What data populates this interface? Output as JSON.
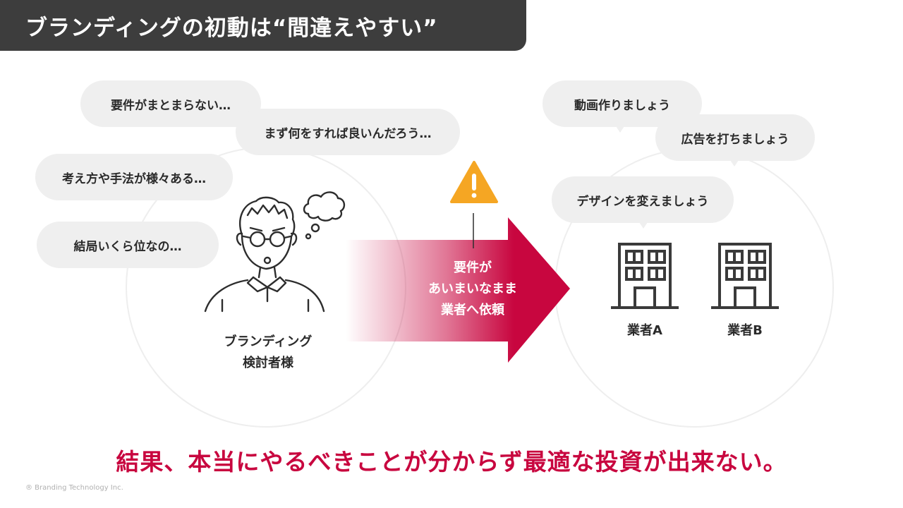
{
  "title": "ブランディングの初動は“間違えやすい”",
  "client_thoughts": [
    "要件がまとまらない…",
    "まず何をすれば良いんだろう…",
    "考え方や手法が様々ある…",
    "結局いくら位なの…"
  ],
  "client_caption_line1": "ブランディング",
  "client_caption_line2": "検討者様",
  "arrow_text": [
    "要件が",
    "あいまいなまま",
    "業者へ依頼"
  ],
  "vendor_suggestions": [
    "動画作りましょう",
    "広告を打ちましょう",
    "デザインを変えましょう"
  ],
  "vendors": [
    "業者A",
    "業者B"
  ],
  "conclusion": "結果、本当にやるべきことが分からず最適な投資が出来ない。",
  "footer": "® Branding Technology Inc.",
  "colors": {
    "accent": "#c8063f",
    "warning": "#f5a623",
    "title_bg": "#3d3d3d",
    "bubble_bg": "#efefef"
  },
  "icons": [
    "thinking-person-icon",
    "thought-cloud-icon",
    "warning-icon",
    "building-icon"
  ]
}
